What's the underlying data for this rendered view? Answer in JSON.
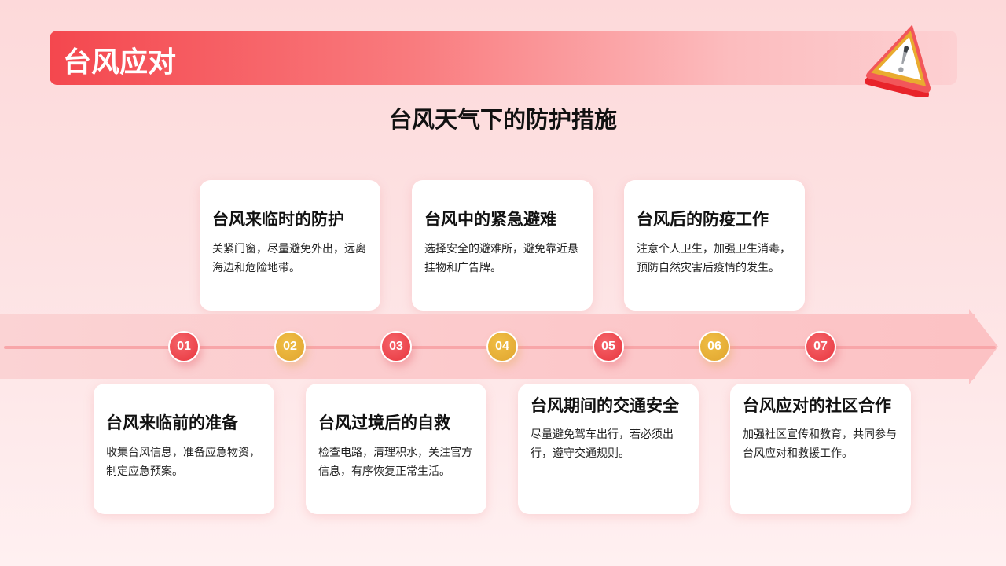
{
  "header": {
    "title": "台风应对",
    "icon": "warning-triangle-icon"
  },
  "subtitle": "台风天气下的防护措施",
  "colors": {
    "accent_red": "#e8363e",
    "accent_gold": "#e0a52f",
    "header_gradient_start": "#f4474e",
    "background": "#fdd9da"
  },
  "timeline": {
    "steps": [
      {
        "number": "01",
        "color": "red"
      },
      {
        "number": "02",
        "color": "gold"
      },
      {
        "number": "03",
        "color": "red"
      },
      {
        "number": "04",
        "color": "gold"
      },
      {
        "number": "05",
        "color": "red"
      },
      {
        "number": "06",
        "color": "gold"
      },
      {
        "number": "07",
        "color": "red"
      }
    ]
  },
  "cards_top": [
    {
      "step": "02",
      "title": "台风来临时的防护",
      "desc": "关紧门窗，尽量避免外出，远离海边和危险地带。"
    },
    {
      "step": "04",
      "title": "台风中的紧急避难",
      "desc": "选择安全的避难所，避免靠近悬挂物和广告牌。"
    },
    {
      "step": "06",
      "title": "台风后的防疫工作",
      "desc": "注意个人卫生，加强卫生消毒，预防自然灾害后疫情的发生。"
    }
  ],
  "cards_bottom": [
    {
      "step": "01",
      "title": "台风来临前的准备",
      "desc": "收集台风信息，准备应急物资，制定应急预案。"
    },
    {
      "step": "03",
      "title": "台风过境后的自救",
      "desc": "检查电路，清理积水，关注官方信息，有序恢复正常生活。"
    },
    {
      "step": "05",
      "title": "台风期间的交通安全",
      "desc": "尽量避免驾车出行，若必须出行，遵守交通规则。"
    },
    {
      "step": "07",
      "title": "台风应对的社区合作",
      "desc": "加强社区宣传和教育，共同参与台风应对和救援工作。"
    }
  ]
}
